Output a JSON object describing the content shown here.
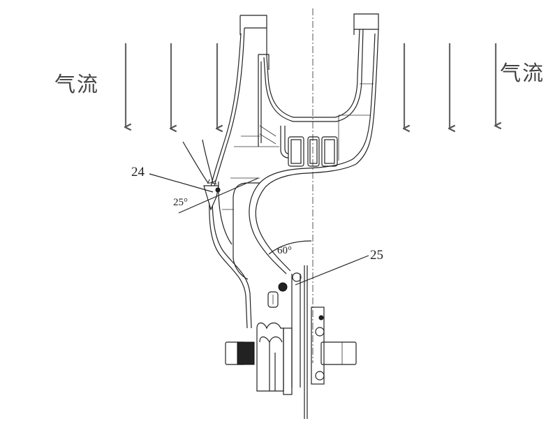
{
  "labels": {
    "airflow_left": "气流",
    "airflow_right": "气流",
    "part_24": "24",
    "part_25": "25",
    "angle_25": "25°",
    "angle_60": "60°"
  },
  "colors": {
    "line": "#222222",
    "arrow": "#666666",
    "background": "#ffffff"
  },
  "icons": {
    "airflow_arrow": "down-arrow"
  }
}
